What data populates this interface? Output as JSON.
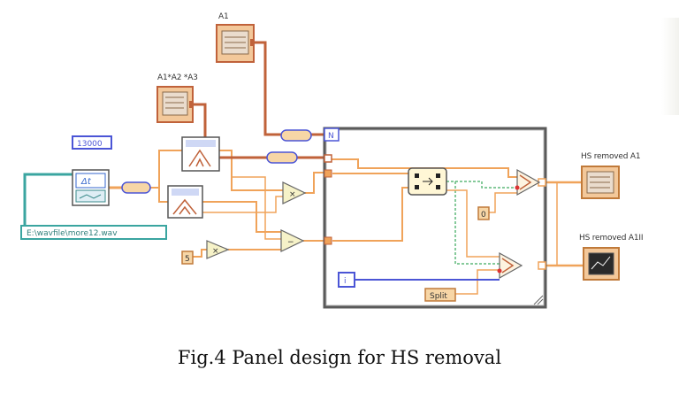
{
  "labels": {
    "a1": "A1",
    "a_product": "A1*A2 *A3",
    "hs_removed_a1": "HS removed A1",
    "hs_removed_a1_2": "HS removed A1II",
    "loop_index": "N",
    "loop_iteration": "i"
  },
  "constants": {
    "sample_count": "13000",
    "file_path": "E:\\wavfile\\more12.wav",
    "const_five": "5",
    "const_zero": "0",
    "split": "Split"
  },
  "caption": "Fig.4  Panel design for HS removal",
  "colors": {
    "orange_wire": "#f0a35a",
    "brown_wire": "#c0623a",
    "blue_wire": "#4b55d6",
    "green_wire": "#5fb87a",
    "teal_wire": "#3aa5a0",
    "node_fill": "#f7d6a6",
    "loop_border": "#555555"
  }
}
